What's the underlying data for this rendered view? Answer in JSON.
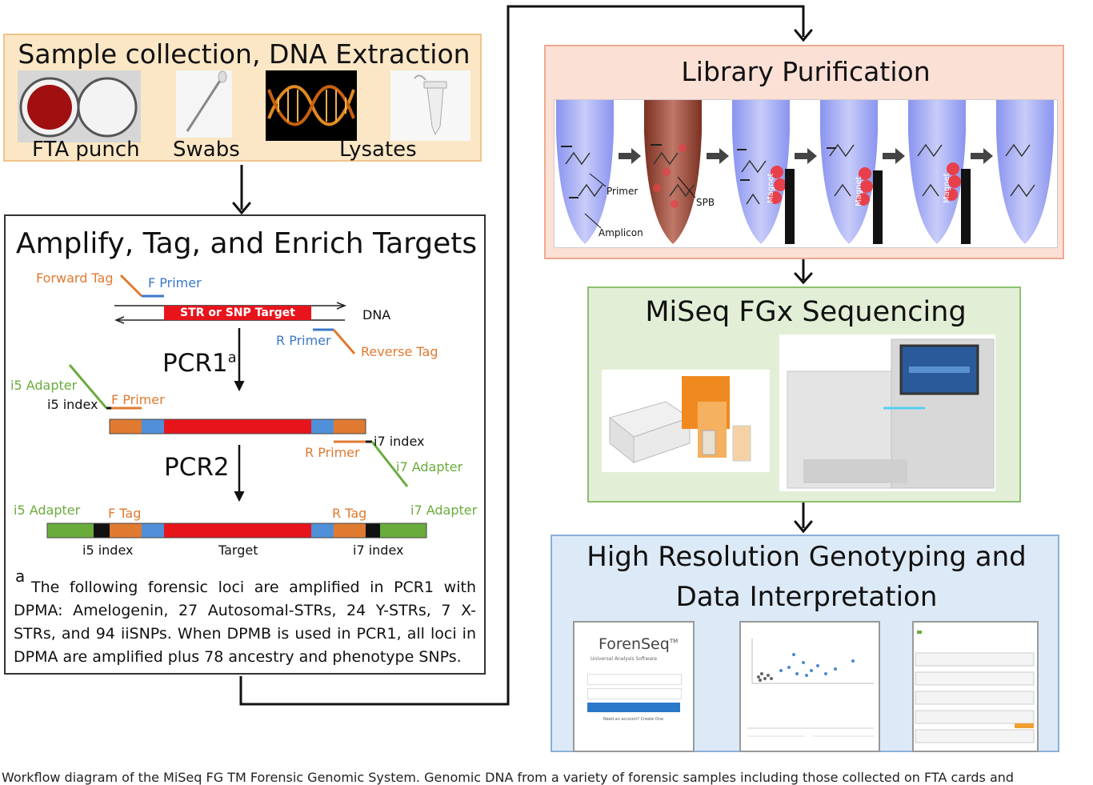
{
  "sample": {
    "title": "Sample collection, DNA Extraction",
    "fta_label": "FTA punch",
    "swabs_label": "Swabs",
    "lysates_label": "Lysates"
  },
  "amplify": {
    "title": "Amplify, Tag, and Enrich Targets",
    "forward_tag": "Forward Tag",
    "f_primer": "F Primer",
    "target_bar": "STR or SNP Target",
    "dna": "DNA",
    "r_primer": "R Primer",
    "reverse_tag": "Reverse Tag",
    "pcr1": "PCR1",
    "pcr1_sup": "a",
    "i5_adapter": "i5 Adapter",
    "i5_index": "i5 index",
    "i7_index": "i7 index",
    "i7_adapter": "i7 Adapter",
    "pcr2": "PCR2",
    "f_tag": "F Tag",
    "r_tag": "R Tag",
    "target": "Target",
    "footnote_mark": "a",
    "footnote": "The following forensic loci are amplified in PCR1 with DPMA: Amelogenin, 27 Autosomal-STRs, 24 Y-STRs, 7 X-STRs, and 94 iiSNPs. When DPMB is used in PCR1, all loci in DPMA are amplified plus 78 ancestry and phenotype SNPs."
  },
  "library": {
    "title": "Library Purification",
    "primer": "Primer",
    "amplicon": "Amplicon",
    "spb": "SPB",
    "magnet": "Magnet"
  },
  "miseq": {
    "title": "MiSeq FGx Sequencing"
  },
  "genotyping": {
    "title_line1": "High Resolution Genotyping and",
    "title_line2": "Data Interpretation",
    "forenseq": "ForenSeq",
    "tm": "TM",
    "software": "Universal Analysis Software",
    "need_account": "Need an account? Create One"
  },
  "caption": "Workflow diagram of the MiSeq FG TM Forensic Genomic System. Genomic DNA from a variety of forensic samples including those collected on FTA cards and"
}
